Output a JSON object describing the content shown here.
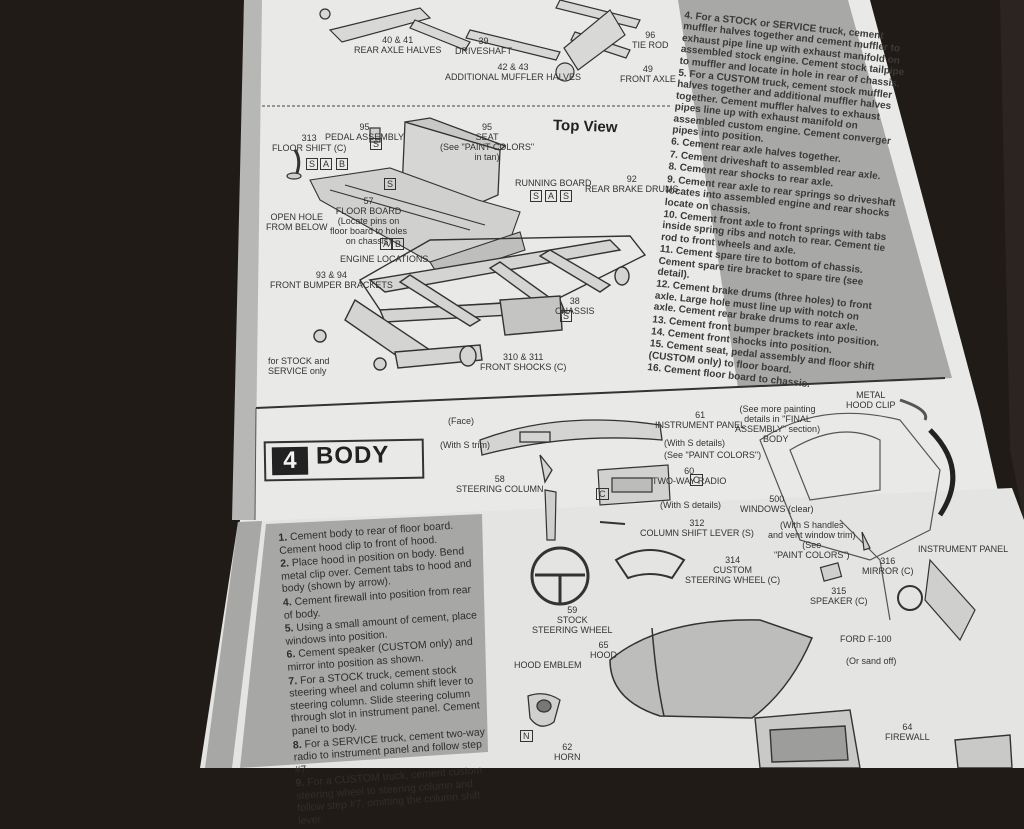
{
  "section_top": {
    "title": "Top View",
    "labels": {
      "pedal_assembly": "95\nPEDAL ASSEMBLY",
      "floor_shift": "313\nFLOOR SHIFT (C)",
      "seat": "95\nSEAT\n(See \"PAINT COLORS\"\nin tan)",
      "running_board": "RUNNING BOARD",
      "rear_brake_drums": "92\nREAR BRAKE DRUMS",
      "open_hole": "OPEN HOLE\nFROM BELOW",
      "floor_board": "57\nFLOOR BOARD\n(Locate pins on\nfloor board to holes\non chassis)",
      "engine_locations": "ENGINE LOCATIONS",
      "front_bumper_brackets": "93 & 94\nFRONT BUMPER BRACKETS",
      "chassis": "38\nCHASSIS",
      "stock_service": "for STOCK and\nSERVICE only",
      "front_shocks": "310 & 311\nFRONT SHOCKS (C)",
      "additional_muffler": "42 & 43\nADDITIONAL MUFFLER HALVES",
      "front_axle": "49\nFRONT AXLE",
      "rear_axle": "40 & 41\nREAR AXLE HALVES",
      "driveshaft": "39\nDRIVESHAFT",
      "tie_rod": "96\nTIE ROD"
    },
    "boxes": [
      "S",
      "A",
      "B",
      "S",
      "A",
      "B",
      "S",
      "A",
      "S",
      "S",
      "N",
      "C",
      "S",
      "C"
    ]
  },
  "right_steps": [
    "4. For a STOCK or SERVICE truck, cement muffler halves together and cement muffler to exhaust pipe line up with exhaust manifold on assembled stock engine. Cement stock tailpipe to muffler and locate in hole in rear of chassis.",
    "5. For a CUSTOM truck, cement stock muffler halves together and additional muffler halves together. Cement muffler halves to exhaust pipes line up with exhaust manifold on assembled custom engine. Cement converger pipes into position.",
    "6. Cement rear axle halves together.",
    "7. Cement driveshaft to assembled rear axle.",
    "8. Cement rear shocks to rear axle.",
    "9. Cement rear axle to rear springs so driveshaft locates into assembled engine and rear shocks locate on chassis.",
    "10. Cement front axle to front springs with tabs inside spring ribs and notch to rear. Cement tie rod to front wheels and axle.",
    "11. Cement spare tire to bottom of chassis. Cement spare tire bracket to spare tire (see detail).",
    "12. Cement brake drums (three holes) to front axle. Large hole must line up with notch on axle. Cement rear brake drums to rear axle.",
    "13. Cement front bumper brackets into position.",
    "14. Cement front shocks into position.",
    "15. Cement seat, pedal assembly and floor shift (CUSTOM only) to floor board.",
    "16. Cement floor board to chassis."
  ],
  "step4": {
    "number": "4",
    "title": "BODY",
    "labels": {
      "face": "(Face)",
      "with_s_trim": "(With S trim)",
      "instrument_panel": "61\nINSTRUMENT PANEL",
      "see_more_painting": "(See more painting\ndetails in \"FINAL\nASSEMBLY\" section)",
      "body": "BODY",
      "with_s_details": "(With S details)",
      "see_paint_colors": "(See \"PAINT COLORS\")",
      "two_way_radio": "60\nTWO-WAY RADIO",
      "with_s_details_2": "(With S details)",
      "steering_column": "58\nSTEERING COLUMN",
      "column_shift_lever": "312\nCOLUMN SHIFT LEVER (S)",
      "stock_steering_wheel": "59\nSTOCK\nSTEERING WHEEL",
      "custom_steering_wheel": "314\nCUSTOM\nSTEERING WHEEL (C)",
      "speaker": "315\nSPEAKER (C)",
      "mirror": "316\nMIRROR (C)",
      "instrument_panel_right": "INSTRUMENT PANEL",
      "metal_hood_clip": "METAL\nHOOD CLIP",
      "windows": "500\nWINDOWS (clear)",
      "with_s_handles": "(With S handles\nand vent window trim)\n(See\n\"PAINT COLORS\")",
      "hood": "65\nHOOD",
      "hood_emblem": "HOOD EMBLEM",
      "ford_f100": "FORD F-100",
      "or_sand_off": "(Or sand off)",
      "horn": "62\nHORN",
      "firewall": "64\nFIREWALL"
    }
  },
  "left_steps": [
    {
      "n": "1.",
      "text": "Cement body to rear of floor board. Cement hood clip to front of hood."
    },
    {
      "n": "2.",
      "text": "Place hood in position on body. Bend metal clip over. Cement tabs to hood and body (shown by arrow)."
    },
    {
      "n": "4.",
      "text": "Cement firewall into position from rear of body."
    },
    {
      "n": "5.",
      "text": "Using a small amount of cement, place windows into position."
    },
    {
      "n": "6.",
      "text": "Cement speaker (CUSTOM only) and mirror into position as shown."
    },
    {
      "n": "7.",
      "text": "For a STOCK truck, cement stock steering wheel and column shift lever to steering column. Slide steering column through slot in instrument panel. Cement panel to body."
    },
    {
      "n": "8.",
      "text": "For a SERVICE truck, cement two-way radio to instrument panel and follow step #7."
    },
    {
      "n": "9.",
      "text": "For a CUSTOM truck, cement custom steering wheel to steering column and follow step #7, omitting the column shift lever."
    }
  ],
  "colors": {
    "background": "#211b17",
    "paper": "#e9e9e7",
    "band": "#a8a8a6",
    "ink": "#333333"
  }
}
